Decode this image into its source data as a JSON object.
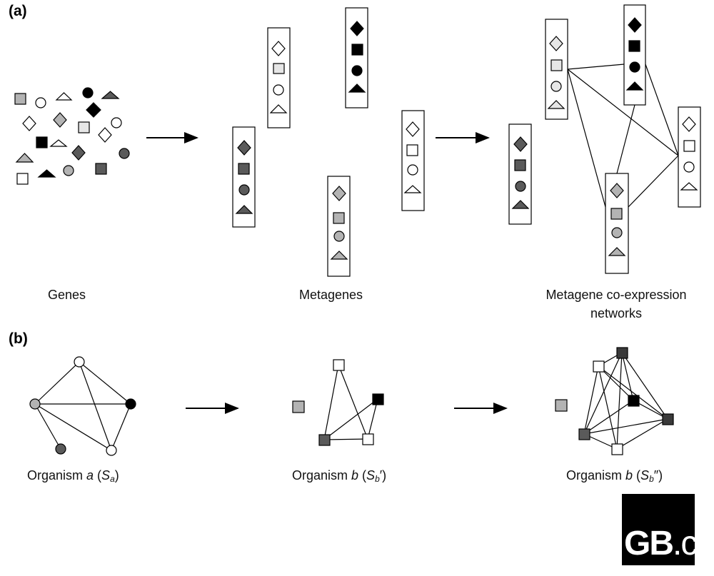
{
  "panels": {
    "a_label": "(a)",
    "b_label": "(b)"
  },
  "captions": {
    "genes": "Genes",
    "metagenes": "Metagenes",
    "networks_line1": "Metagene co-expression",
    "networks_line2": "networks"
  },
  "organisms": {
    "a": {
      "prefix": "Organism ",
      "var": "a",
      "open": " (",
      "sym": "S",
      "sub": "a",
      "close": ")"
    },
    "b1": {
      "prefix": "Organism ",
      "var": "b",
      "open": " (",
      "sym": "S",
      "sub": "b",
      "prime": "′",
      "close": ")"
    },
    "b2": {
      "prefix": "Organism ",
      "var": "b",
      "open": " (",
      "sym": "S",
      "sub": "b",
      "prime": "″",
      "close": ")"
    }
  },
  "logo": {
    "text_bold": "GB",
    "text_rest": ".c"
  },
  "colors": {
    "white": "#ffffff",
    "light": "#e6e6e6",
    "mid": "#b3b3b3",
    "dark": "#5a5a5a",
    "black": "#000000"
  }
}
